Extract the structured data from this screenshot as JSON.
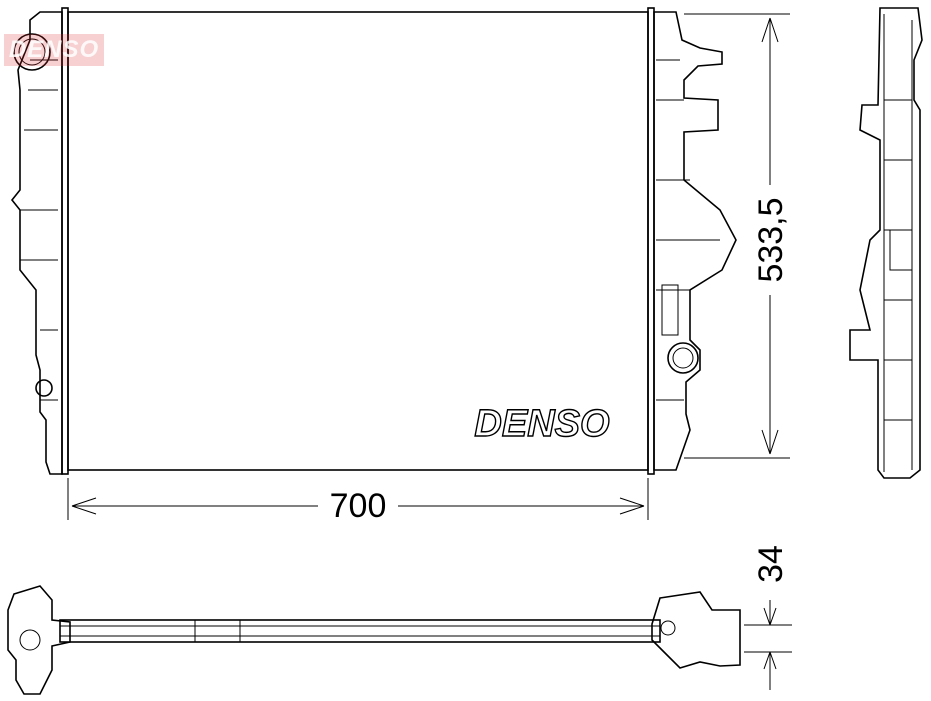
{
  "brand": {
    "logo_text": "DENSO",
    "watermark_text": "DENSO",
    "watermark_color": "#dc2832"
  },
  "dimensions": {
    "width": "700",
    "height": "533,5",
    "depth": "34"
  }
}
